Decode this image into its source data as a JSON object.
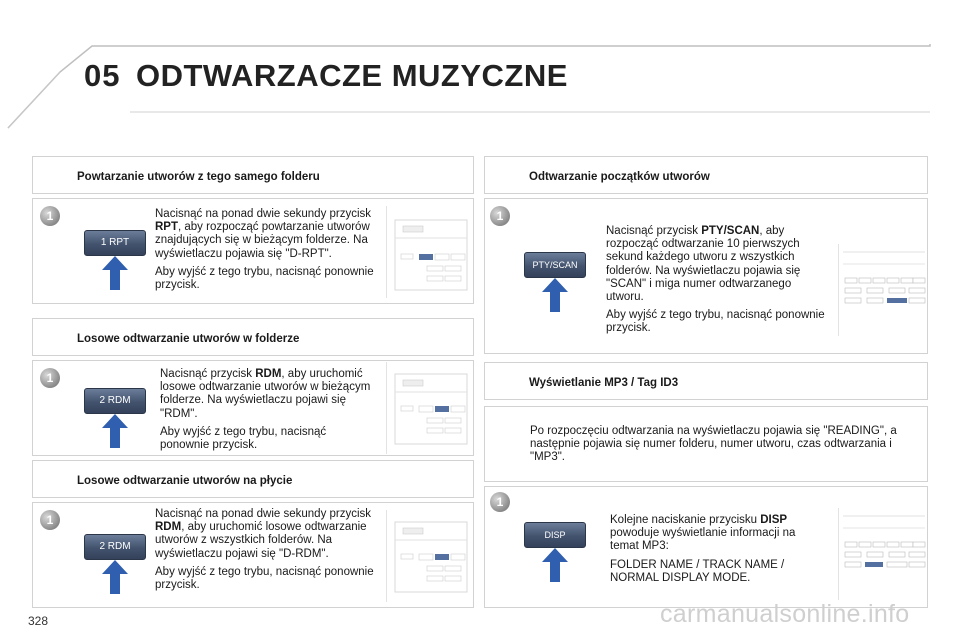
{
  "header": {
    "chapter_number": "05",
    "chapter_title": "ODTWARZACZE MUZYCZNE"
  },
  "left": {
    "sections": [
      {
        "title": "Powtarzanie utworów z tego samego folderu",
        "step": "1",
        "button_label": "1 RPT",
        "text_a": "Nacisnąć na ponad dwie sekundy przycisk ",
        "keyword": "RPT",
        "text_b": ", aby rozpocząć powtarzanie utworów znajdujących się w bieżącym folderze. Na wyświetlaczu pojawia się \"D-RPT\".",
        "exit_text": "Aby wyjść z tego trybu, nacisnąć ponownie przycisk."
      },
      {
        "title": "Losowe odtwarzanie utworów w folderze",
        "step": "1",
        "button_label": "2 RDM",
        "text_a": "Nacisnąć przycisk ",
        "keyword": "RDM",
        "text_b": ", aby uruchomić losowe odtwarzanie utworów w bieżącym folderze. Na wyświetlaczu pojawi się \"RDM\".",
        "exit_text": "Aby wyjść z tego trybu, nacisnąć ponownie przycisk."
      },
      {
        "title": "Losowe odtwarzanie utworów na płycie",
        "step": "1",
        "button_label": "2 RDM",
        "text_a": "Nacisnąć na ponad dwie sekundy przycisk ",
        "keyword": "RDM",
        "text_b": ", aby uruchomić losowe odtwarzanie utworów z wszystkich folderów. Na wyświetlaczu pojawi się \"D-RDM\".",
        "exit_text": "Aby wyjść z tego trybu, nacisnąć ponownie przycisk."
      }
    ]
  },
  "right": {
    "intro_section": {
      "title": "Odtwarzanie początków utworów",
      "step": "1",
      "button_label": "PTY/SCAN",
      "text_a": "Nacisnąć przycisk ",
      "keyword": "PTY/SCAN",
      "text_b": ", aby rozpocząć odtwarzanie 10 pierwszych sekund każdego utworu z wszystkich folderów. Na wyświetlaczu pojawia się \"SCAN\" i miga numer odtwarzanego utworu.",
      "exit_text": "Aby wyjść z tego trybu, nacisnąć ponownie przycisk."
    },
    "mp3_section": {
      "title": "Wyświetlanie MP3 / Tag ID3",
      "info_text": "Po rozpoczęciu odtwarzania na wyświetlaczu pojawia się \"READING\", a następnie pojawia się numer folderu, numer utworu, czas odtwarzania i \"MP3\".",
      "step": "1",
      "button_label": "DISP",
      "text_a": "Kolejne naciskanie przycisku ",
      "keyword": "DISP",
      "text_b": " powoduje wyświetlanie informacji na temat MP3:",
      "modes_text": "FOLDER NAME / TRACK NAME / NORMAL DISPLAY MODE."
    }
  },
  "footer": {
    "page_number": "328",
    "watermark": "carmanualsonline.info"
  },
  "colors": {
    "button_blue": "#43536e",
    "arrow_blue": "#2f5fae",
    "border_gray": "#d2d2d2"
  }
}
